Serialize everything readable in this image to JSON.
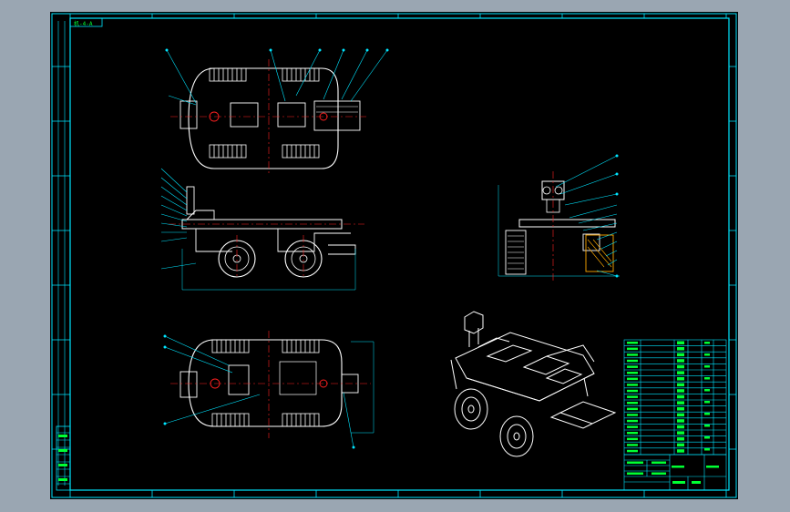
{
  "drawing": {
    "title_tag": "机-4-A",
    "colors": {
      "background": "#000000",
      "frame": "#00e5ff",
      "outline": "#ffffff",
      "centerline": "#ff2020",
      "leader": "#00e5ff",
      "annotation": "#00ff33"
    },
    "views": [
      "top-view",
      "front-view",
      "side-view",
      "bottom-view",
      "isometric-view"
    ],
    "bom": {
      "row_count": 19
    }
  }
}
